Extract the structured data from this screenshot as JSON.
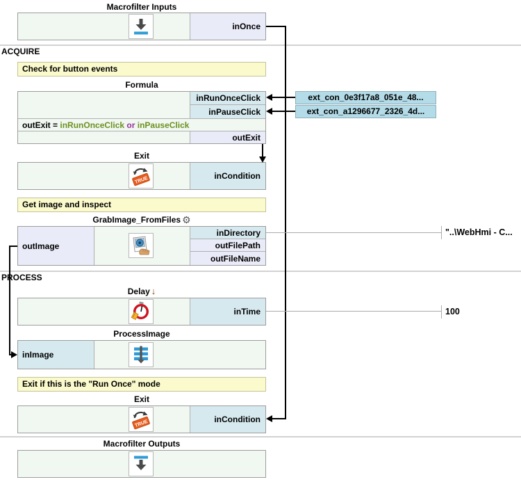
{
  "section_acquire": "ACQUIRE",
  "section_process": "PROCESS",
  "inputs_block": {
    "title": "Macrofilter Inputs",
    "port_out": "inOnce"
  },
  "comment_button_events": "Check for button events",
  "formula_block": {
    "title": "Formula",
    "port_in_1": "inRunOnceClick",
    "port_in_2": "inPauseClick",
    "expr_lhs": "outExit",
    "expr_eq": "=",
    "expr_var1": "inRunOnceClick",
    "expr_op": "or",
    "expr_var2": "inPauseClick",
    "port_out": "outExit"
  },
  "ext_connections": {
    "run_once_click": "ext_con_0e3f17a8_051e_48...",
    "pause_click": "ext_con_a1296677_2326_4d..."
  },
  "exit_block_1": {
    "title": "Exit",
    "port_in": "inCondition",
    "stamp": "TRUE"
  },
  "comment_get_image": "Get image and inspect",
  "grab_block": {
    "title": "GrabImage_FromFiles",
    "port_out_image": "outImage",
    "port_in_directory": "inDirectory",
    "port_out_filepath": "outFilePath",
    "port_out_filename": "outFileName",
    "directory_value": "\"..\\WebHmi - C..."
  },
  "delay_block": {
    "title": "Delay",
    "port_in": "inTime",
    "time_value": "100"
  },
  "process_image_block": {
    "title": "ProcessImage",
    "port_in": "inImage"
  },
  "comment_exit_run_once": "Exit if this is the \"Run Once\" mode",
  "exit_block_2": {
    "title": "Exit",
    "port_in": "inCondition",
    "stamp": "TRUE"
  },
  "outputs_block": {
    "title": "Macrofilter Outputs"
  },
  "icons": {
    "gear_glyph": "⚙",
    "delay_wait_glyph": "↓"
  },
  "colors": {
    "input_port": "#d6e9ef",
    "output_port": "#e9ebf8",
    "block_body": "#f0f8f1",
    "comment_bg": "#fbfacd",
    "ext_con_bg": "#b3dbe8",
    "formula_variable": "#6d9021",
    "formula_operator": "#993399",
    "icon_blue": "#2e9bd6",
    "stamp_orange": "#e65c1e"
  }
}
